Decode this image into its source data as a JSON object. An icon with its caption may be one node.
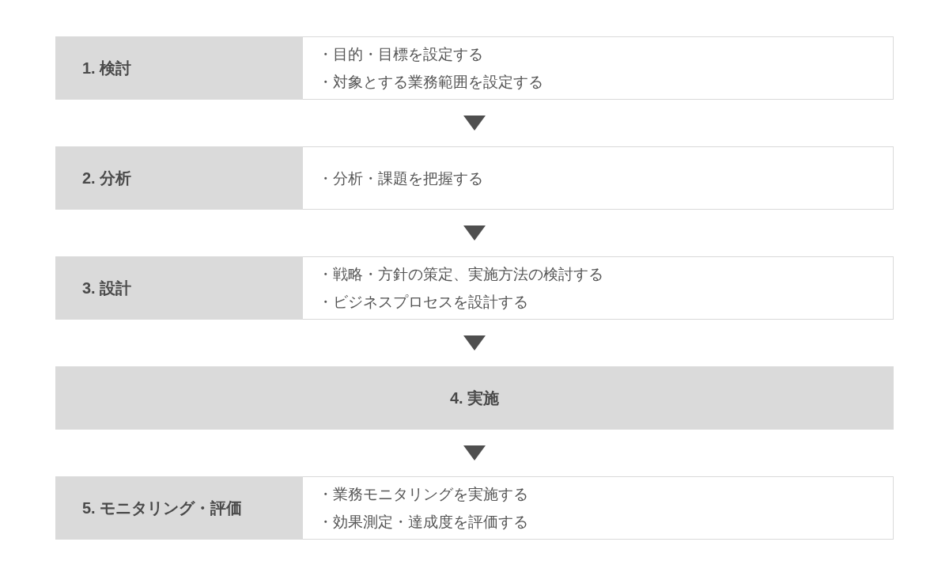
{
  "diagram": {
    "nodes": [
      {
        "text": [
          "1. 検討",
          "・目的・目標を設定する",
          "・対象とする業務範囲を設定する"
        ]
      },
      {
        "text": [
          "2. 分析",
          "・分析・課題を把握する"
        ]
      },
      {
        "text": [
          "3. 設計",
          "・戦略・方針の策定、実施方法の検討する",
          "・ビジネスプロセスを設計する"
        ]
      },
      {
        "text": [
          "4. 実施"
        ]
      },
      {
        "text": [
          "5. モニタリング・評価",
          "・業務モニタリングを実施する",
          "・効果測定・達成度を評価する"
        ]
      }
    ],
    "edges": [
      {
        "from": 0,
        "to": 1,
        "arrow": "to"
      },
      {
        "from": 1,
        "to": 2,
        "arrow": "to"
      },
      {
        "from": 2,
        "to": 3,
        "arrow": "to"
      },
      {
        "from": 3,
        "to": 4,
        "arrow": "to"
      }
    ]
  }
}
